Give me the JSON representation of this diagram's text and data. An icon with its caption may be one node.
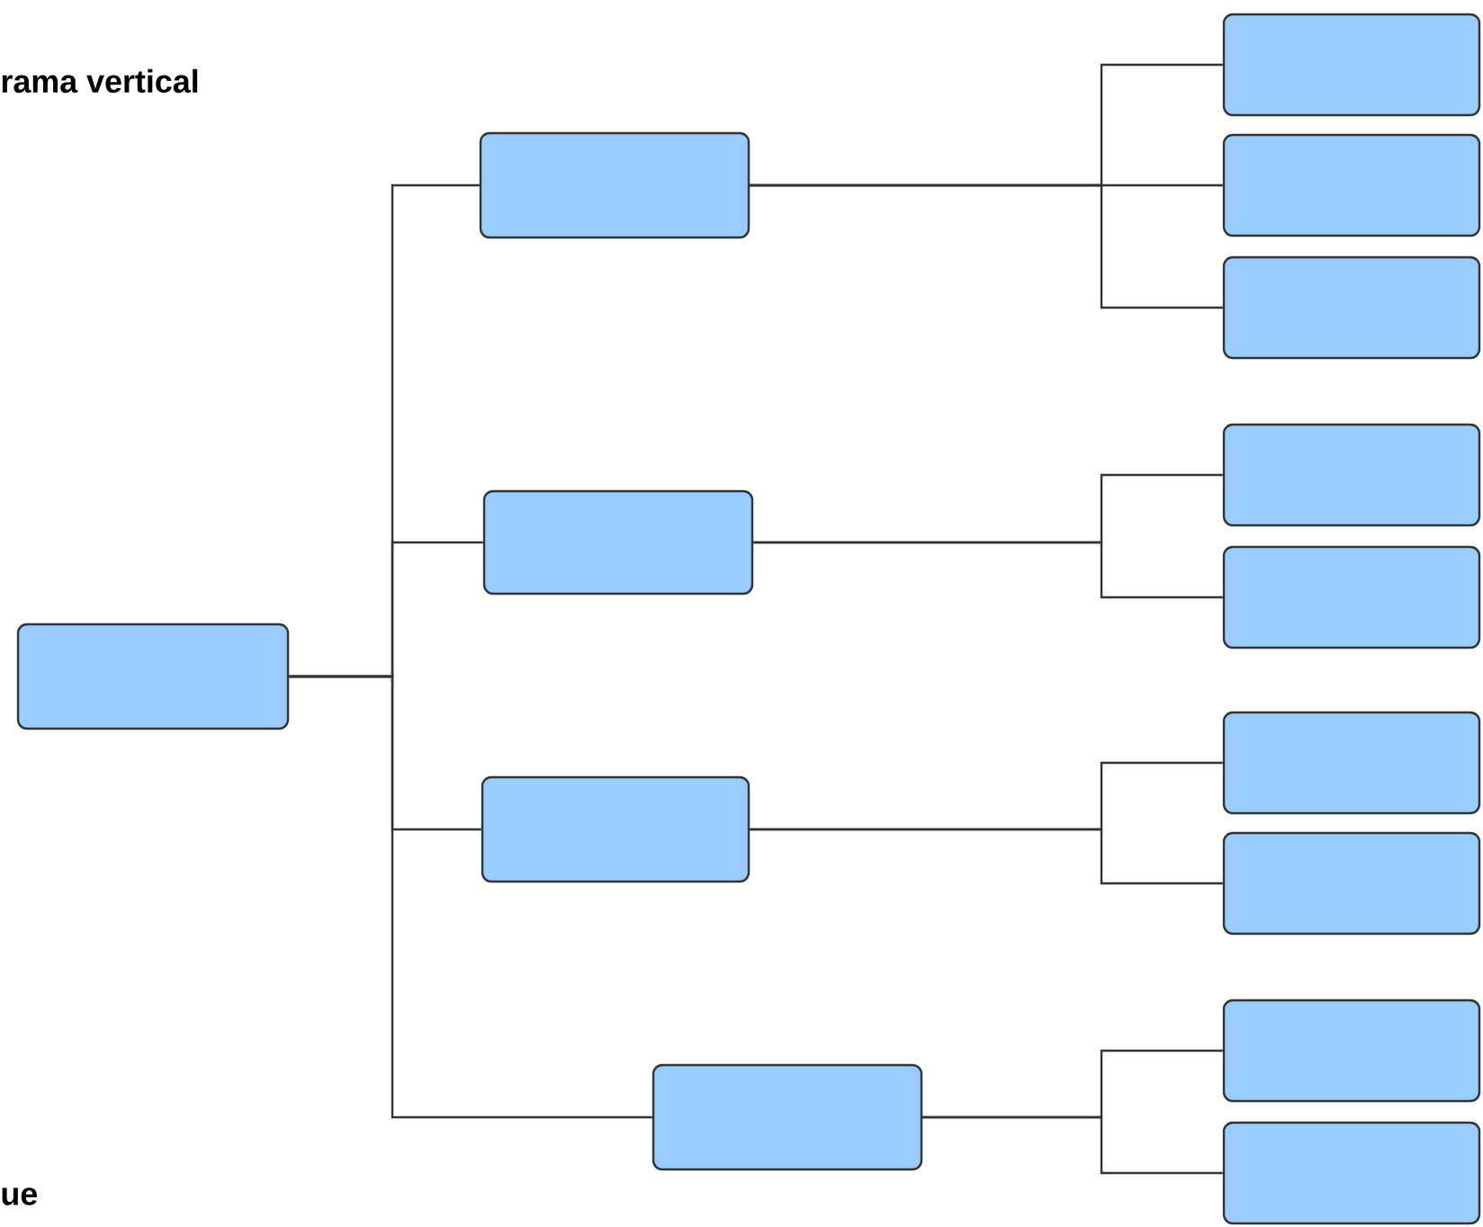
{
  "diagram": {
    "nodes": [
      {
        "text": [],
        "shape": "box"
      },
      {
        "text": [],
        "shape": "box"
      },
      {
        "text": [],
        "shape": "box"
      },
      {
        "text": [],
        "shape": "box"
      },
      {
        "text": [],
        "shape": "box"
      },
      {
        "text": [],
        "shape": "box"
      },
      {
        "text": [],
        "shape": "box"
      },
      {
        "text": [],
        "shape": "box"
      },
      {
        "text": [],
        "shape": "box"
      },
      {
        "text": [],
        "shape": "box"
      },
      {
        "text": [],
        "shape": "box"
      },
      {
        "text": [],
        "shape": "box"
      },
      {
        "text": [],
        "shape": "box"
      },
      {
        "text": [],
        "shape": "box"
      }
    ],
    "edges": [
      {
        "from": 0,
        "to": 1,
        "arrow": "none"
      },
      {
        "from": 0,
        "to": 2,
        "arrow": "none"
      },
      {
        "from": 0,
        "to": 3,
        "arrow": "none"
      },
      {
        "from": 0,
        "to": 4,
        "arrow": "none"
      },
      {
        "from": 1,
        "to": 5,
        "arrow": "none"
      },
      {
        "from": 1,
        "to": 6,
        "arrow": "none"
      },
      {
        "from": 1,
        "to": 7,
        "arrow": "none"
      },
      {
        "from": 2,
        "to": 8,
        "arrow": "none"
      },
      {
        "from": 2,
        "to": 9,
        "arrow": "none"
      },
      {
        "from": 3,
        "to": 10,
        "arrow": "none"
      },
      {
        "from": 3,
        "to": 11,
        "arrow": "none"
      },
      {
        "from": 4,
        "to": 12,
        "arrow": "none"
      },
      {
        "from": 4,
        "to": 13,
        "arrow": "none"
      }
    ],
    "labels": [
      "rama vertical",
      "ue"
    ]
  }
}
